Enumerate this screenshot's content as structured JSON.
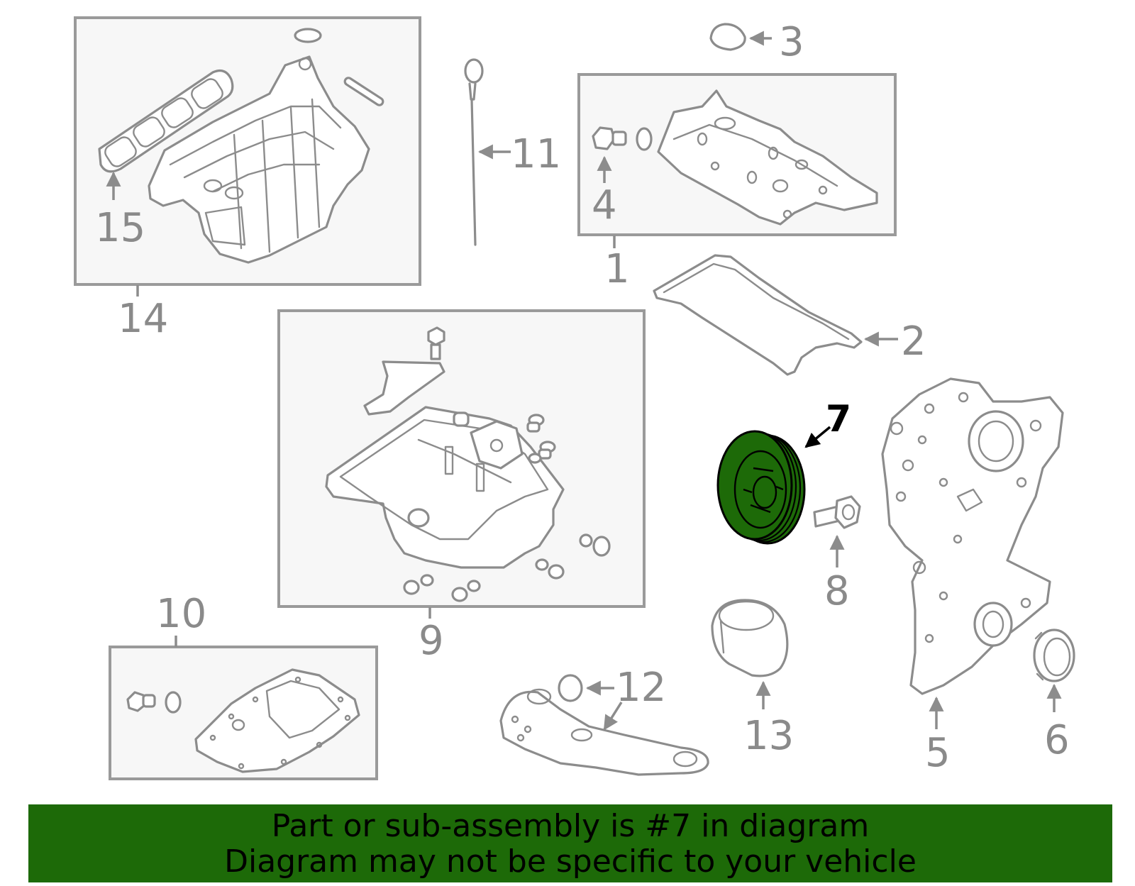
{
  "callouts": {
    "c1": "1",
    "c2": "2",
    "c3": "3",
    "c4": "4",
    "c5": "5",
    "c6": "6",
    "c7": "7",
    "c8": "8",
    "c9": "9",
    "c10": "10",
    "c11": "11",
    "c12": "12",
    "c13": "13",
    "c14": "14",
    "c15": "15"
  },
  "highlight": {
    "part": "7",
    "color": "#1d6a08"
  },
  "banner": {
    "line1": "Part or sub-assembly is #7 in diagram",
    "line2": "Diagram may not be specific to your vehicle",
    "background": "#1d6a08"
  }
}
